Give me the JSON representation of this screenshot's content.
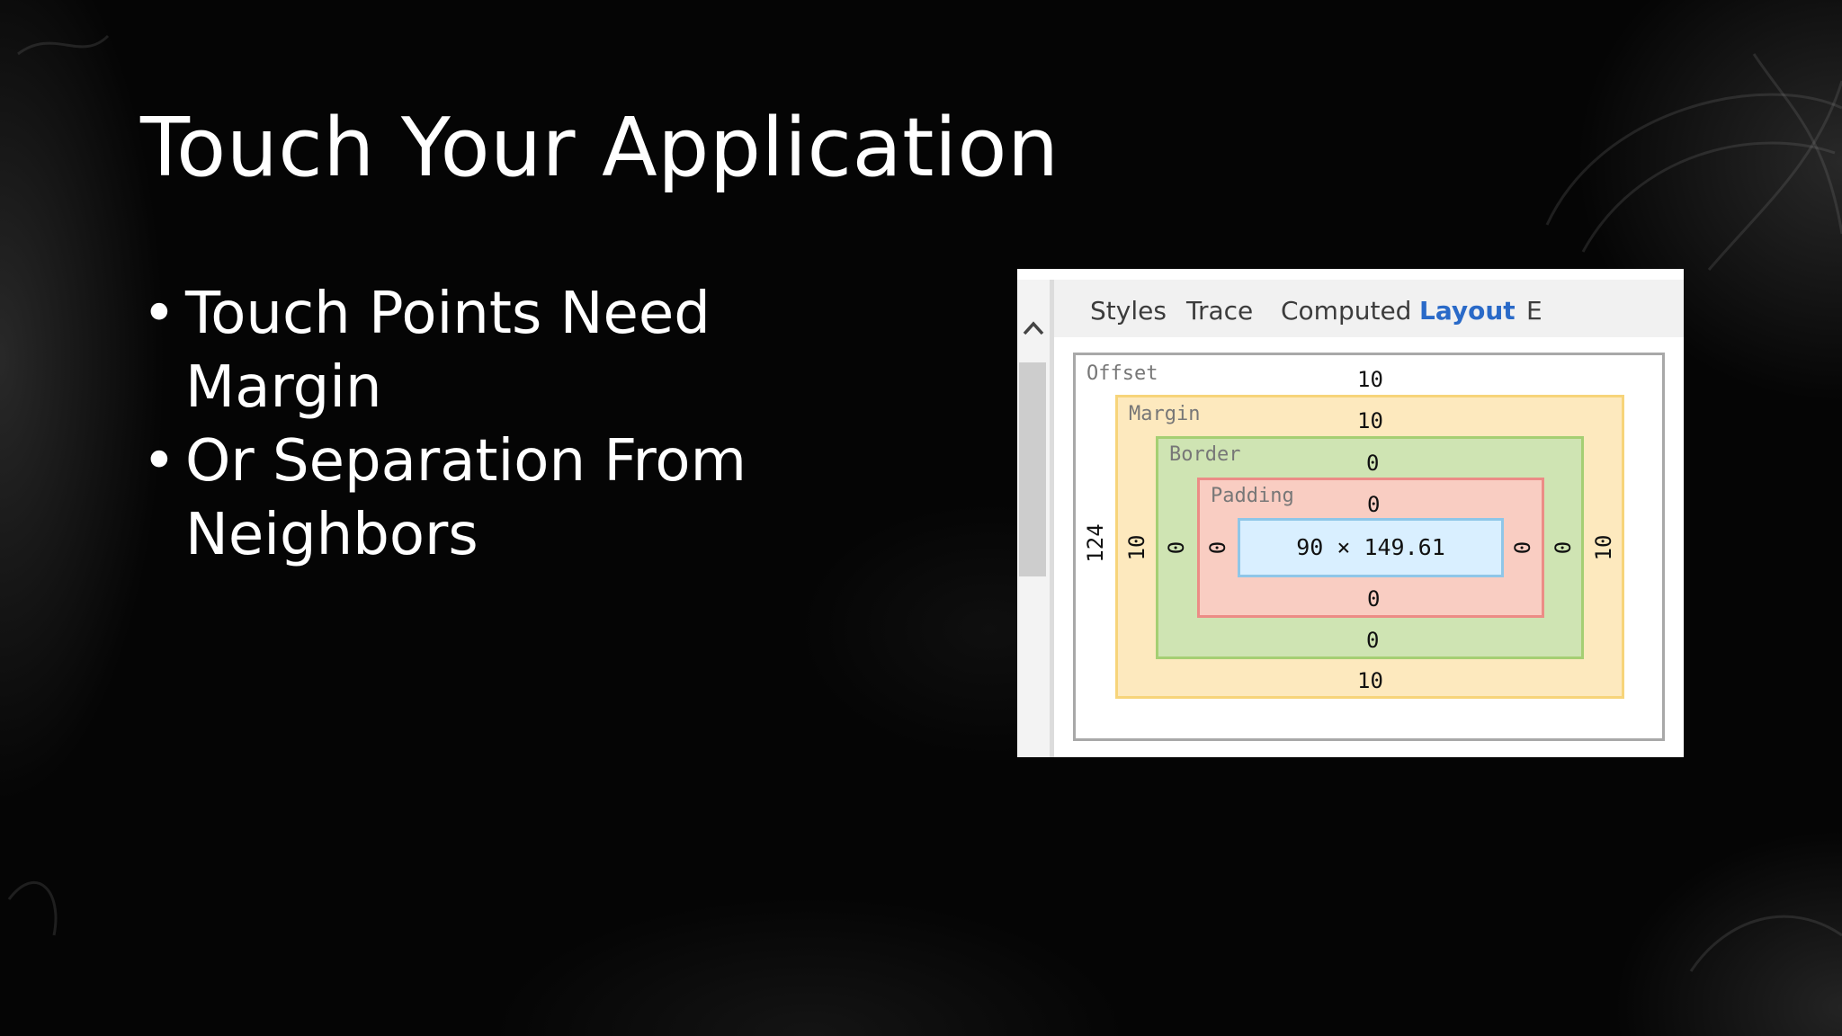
{
  "slide": {
    "title": "Touch Your Application",
    "bullet_glyph": "•",
    "bullets": [
      "Touch Points Need Margin",
      "Or Separation From Neighbors"
    ]
  },
  "devtools": {
    "tabs": [
      {
        "label": "Styles",
        "active": false
      },
      {
        "label": "Trace",
        "active": false
      },
      {
        "label": "Computed",
        "active": false
      },
      {
        "label": "Layout",
        "active": true
      },
      {
        "label": "E",
        "active": false
      }
    ],
    "scroll_icon": "chevron-up-icon",
    "layout": {
      "offset": {
        "label": "Offset",
        "top": "10",
        "left": "124"
      },
      "margin": {
        "label": "Margin",
        "top": "10",
        "left": "10",
        "right": "10",
        "bottom": "10"
      },
      "border": {
        "label": "Border",
        "top": "0",
        "left": "0",
        "right": "0",
        "bottom": "0"
      },
      "padding": {
        "label": "Padding",
        "top": "0",
        "left": "0",
        "right": "0",
        "bottom": "0"
      },
      "content": {
        "size": "90 × 149.61"
      }
    },
    "colors": {
      "active_tab": "#2a6ac8",
      "margin": "#fde9be",
      "border": "#cfe4b3",
      "padding": "#f9cdc2",
      "content": "#d9efff"
    }
  }
}
